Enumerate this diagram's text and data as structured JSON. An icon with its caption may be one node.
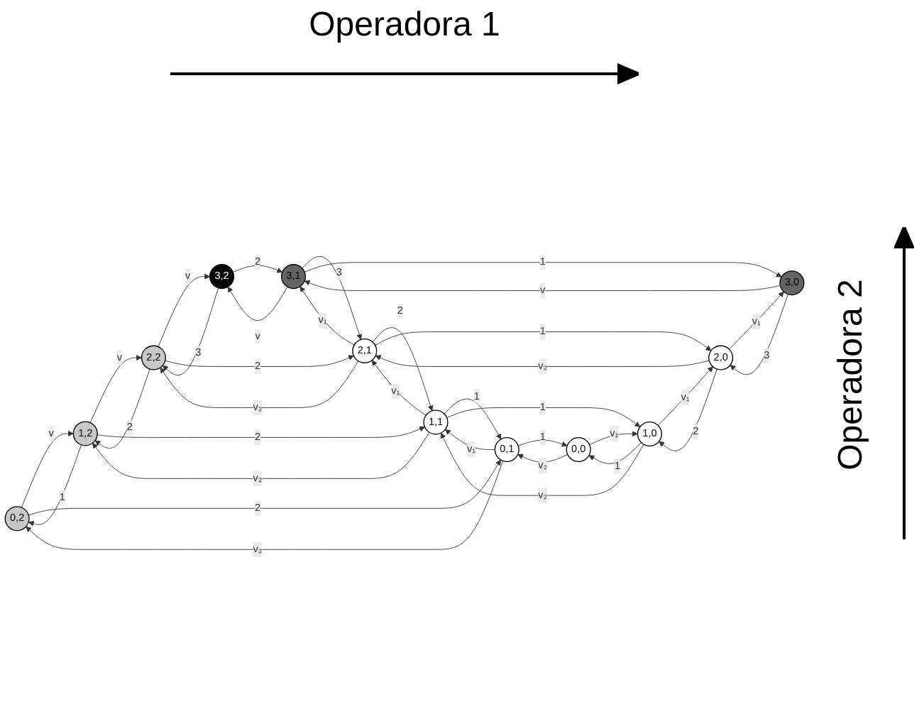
{
  "diagram": {
    "nodes": [
      {
        "text": [
          "0,2"
        ]
      },
      {
        "text": [
          "1,2"
        ]
      },
      {
        "text": [
          "2,2"
        ]
      },
      {
        "text": [
          "3,2"
        ]
      },
      {
        "text": [
          "0,1"
        ]
      },
      {
        "text": [
          "1,1"
        ]
      },
      {
        "text": [
          "2,1"
        ]
      },
      {
        "text": [
          "3,1"
        ]
      },
      {
        "text": [
          "0,0"
        ]
      },
      {
        "text": [
          "1,0"
        ]
      },
      {
        "text": [
          "2,0"
        ]
      },
      {
        "text": [
          "3,0"
        ]
      }
    ],
    "edges": [
      {
        "from": 0,
        "to": 1,
        "label": "v",
        "arrow": "to"
      },
      {
        "from": 1,
        "to": 0,
        "label": "1",
        "arrow": "to"
      },
      {
        "from": 1,
        "to": 2,
        "label": "v",
        "arrow": "to"
      },
      {
        "from": 2,
        "to": 1,
        "label": "2",
        "arrow": "to"
      },
      {
        "from": 2,
        "to": 3,
        "label": "v",
        "arrow": "to"
      },
      {
        "from": 3,
        "to": 2,
        "label": "3",
        "arrow": "to"
      },
      {
        "from": 4,
        "to": 5,
        "label": "v₁",
        "arrow": "to"
      },
      {
        "from": 5,
        "to": 4,
        "label": "1",
        "arrow": "to"
      },
      {
        "from": 5,
        "to": 6,
        "label": "v₁",
        "arrow": "to"
      },
      {
        "from": 6,
        "to": 5,
        "label": "2",
        "arrow": "to"
      },
      {
        "from": 6,
        "to": 7,
        "label": "v₁",
        "arrow": "to"
      },
      {
        "from": 7,
        "to": 6,
        "label": "3",
        "arrow": "to"
      },
      {
        "from": 8,
        "to": 9,
        "label": "v₁",
        "arrow": "to"
      },
      {
        "from": 9,
        "to": 8,
        "label": "1",
        "arrow": "to"
      },
      {
        "from": 9,
        "to": 10,
        "label": "v₁",
        "arrow": "to"
      },
      {
        "from": 10,
        "to": 9,
        "label": "2",
        "arrow": "to"
      },
      {
        "from": 10,
        "to": 11,
        "label": "v₁",
        "arrow": "to"
      },
      {
        "from": 11,
        "to": 10,
        "label": "3",
        "arrow": "to"
      },
      {
        "from": 0,
        "to": 4,
        "label": "2",
        "arrow": "to"
      },
      {
        "from": 4,
        "to": 0,
        "label": "v₂",
        "arrow": "to"
      },
      {
        "from": 4,
        "to": 8,
        "label": "1",
        "arrow": "to"
      },
      {
        "from": 8,
        "to": 4,
        "label": "v₂",
        "arrow": "to"
      },
      {
        "from": 1,
        "to": 5,
        "label": "2",
        "arrow": "to"
      },
      {
        "from": 5,
        "to": 1,
        "label": "v₂",
        "arrow": "to"
      },
      {
        "from": 5,
        "to": 9,
        "label": "1",
        "arrow": "to"
      },
      {
        "from": 9,
        "to": 5,
        "label": "v₂",
        "arrow": "to"
      },
      {
        "from": 2,
        "to": 6,
        "label": "2",
        "arrow": "to"
      },
      {
        "from": 6,
        "to": 2,
        "label": "v₂",
        "arrow": "to"
      },
      {
        "from": 6,
        "to": 10,
        "label": "1",
        "arrow": "to"
      },
      {
        "from": 10,
        "to": 6,
        "label": "v₂",
        "arrow": "to"
      },
      {
        "from": 3,
        "to": 7,
        "label": "2",
        "arrow": "to"
      },
      {
        "from": 7,
        "to": 3,
        "label": "v",
        "arrow": "to"
      },
      {
        "from": 7,
        "to": 11,
        "label": "1",
        "arrow": "to"
      },
      {
        "from": 11,
        "to": 7,
        "label": "v",
        "arrow": "to"
      }
    ],
    "labels": [
      "Operadora 1",
      "Operadora 2"
    ]
  }
}
